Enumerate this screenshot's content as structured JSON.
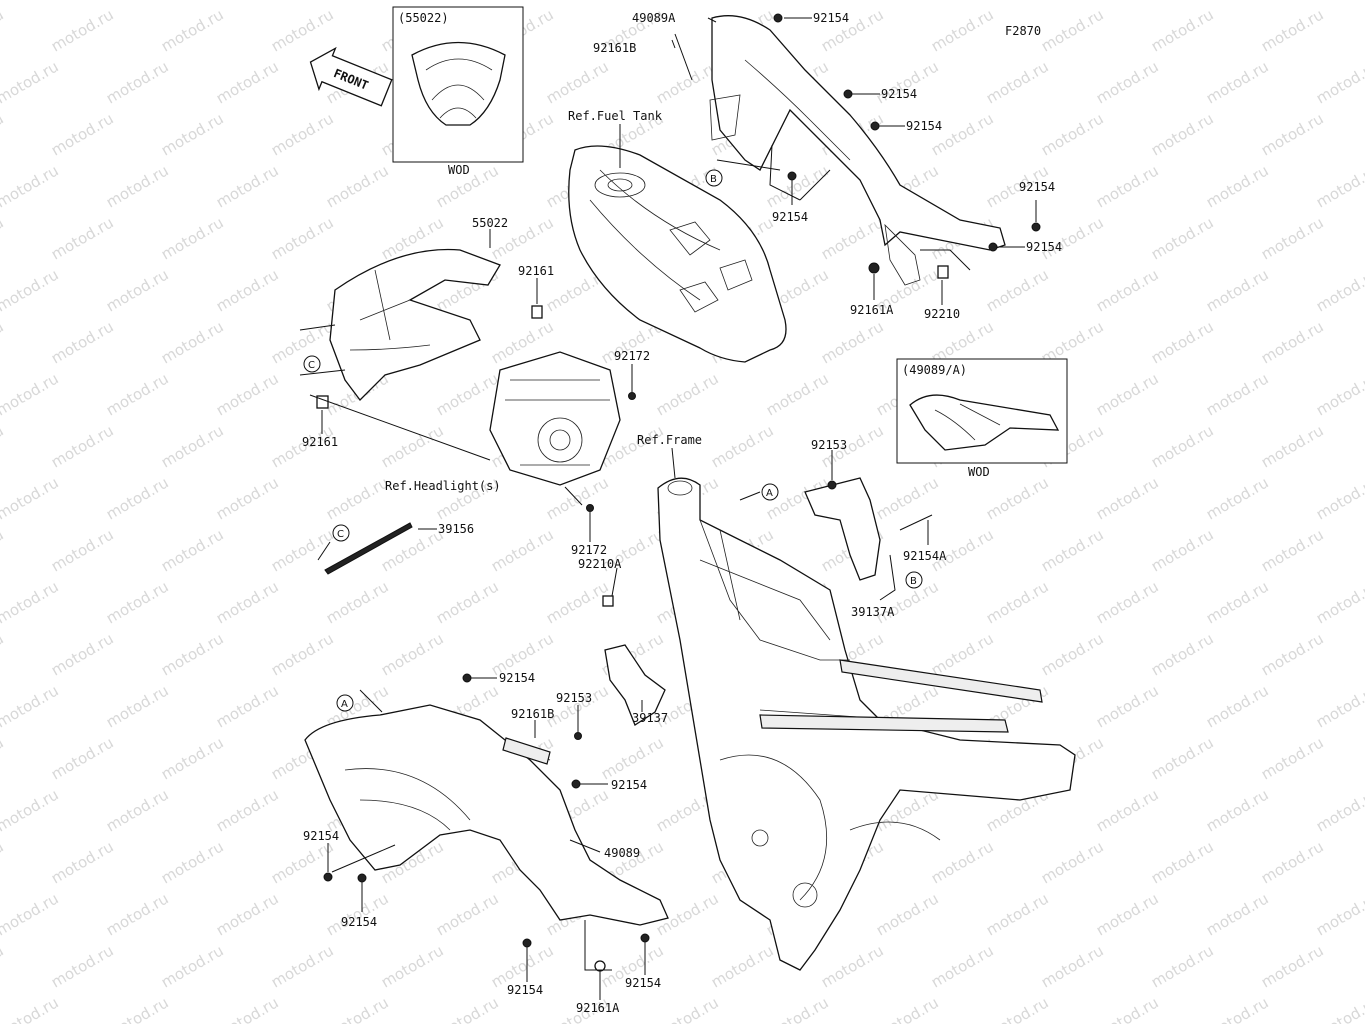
{
  "figure_code": "F2870",
  "watermark": "motod.ru",
  "front_arrow": {
    "text": "FRONT"
  },
  "insets": [
    {
      "id": "inset-55022",
      "part": "(55022)",
      "note": "WOD"
    },
    {
      "id": "inset-49089a",
      "part": "(49089/A)",
      "note": "WOD"
    }
  ],
  "references": {
    "fuel_tank": "Ref.Fuel Tank",
    "frame": "Ref.Frame",
    "headlight": "Ref.Headlight(s)"
  },
  "callouts": {
    "A": "A",
    "B": "B",
    "C": "C"
  },
  "labels": [
    {
      "key": "l01",
      "text": "49089A"
    },
    {
      "key": "l02",
      "text": "92154"
    },
    {
      "key": "l03",
      "text": "92161B"
    },
    {
      "key": "l04",
      "text": "92154"
    },
    {
      "key": "l05",
      "text": "92154"
    },
    {
      "key": "l06",
      "text": "92154"
    },
    {
      "key": "l07",
      "text": "92154"
    },
    {
      "key": "l08",
      "text": "92154"
    },
    {
      "key": "l09",
      "text": "92161A"
    },
    {
      "key": "l10",
      "text": "92210"
    },
    {
      "key": "l11",
      "text": "55022"
    },
    {
      "key": "l12",
      "text": "92161"
    },
    {
      "key": "l13",
      "text": "92172"
    },
    {
      "key": "l14",
      "text": "92161"
    },
    {
      "key": "l15",
      "text": "92153"
    },
    {
      "key": "l16",
      "text": "39156"
    },
    {
      "key": "l17",
      "text": "92172"
    },
    {
      "key": "l18",
      "text": "92210A"
    },
    {
      "key": "l19",
      "text": "92154A"
    },
    {
      "key": "l20",
      "text": "39137A"
    },
    {
      "key": "l21",
      "text": "92154"
    },
    {
      "key": "l22",
      "text": "92153"
    },
    {
      "key": "l23",
      "text": "92161B"
    },
    {
      "key": "l24",
      "text": "39137"
    },
    {
      "key": "l25",
      "text": "92154"
    },
    {
      "key": "l26",
      "text": "92154"
    },
    {
      "key": "l27",
      "text": "49089"
    },
    {
      "key": "l28",
      "text": "92154"
    },
    {
      "key": "l29",
      "text": "92154"
    },
    {
      "key": "l30",
      "text": "92161A"
    },
    {
      "key": "l31",
      "text": "92154"
    }
  ]
}
